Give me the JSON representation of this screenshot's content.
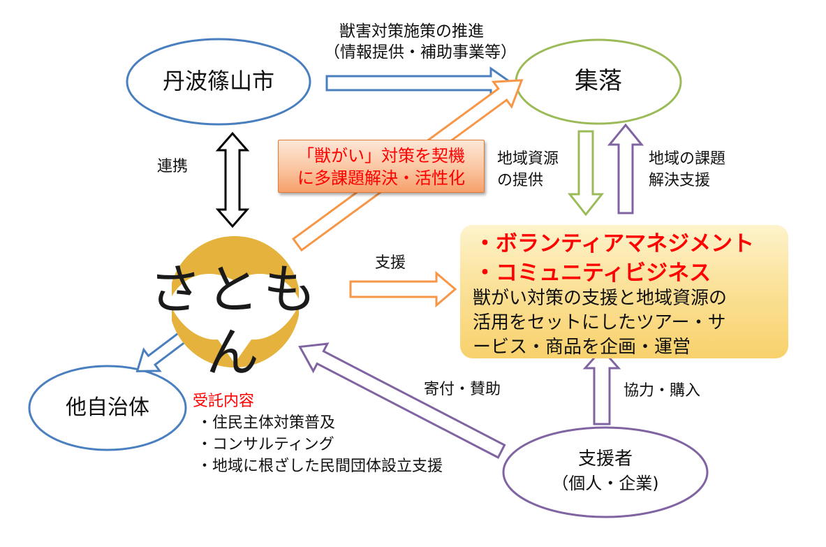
{
  "nodes": {
    "city": "丹波篠山市",
    "village": "集落",
    "other_municipalities": "他自治体",
    "supporters": "支援者",
    "supporters_sub": "（個人・企業)"
  },
  "logo": {
    "text": "さともん",
    "colors": {
      "ring": "#e5b33d",
      "inner": "#ffffff"
    }
  },
  "arrows": {
    "city_to_village": {
      "line1": "獣害対策施策の推進",
      "line2": "（情報提供・補助事業等）"
    },
    "city_logo_link": "連携",
    "village_resources": {
      "line1": "地域資源",
      "line2": "の提供"
    },
    "village_issues": {
      "line1": "地域の課題",
      "line2": "解決支援"
    },
    "logo_support": "支援",
    "donation": "寄付・賛助",
    "cooperation": "協力・購入"
  },
  "callout": {
    "line1": "「獣がい」対策を契機",
    "line2": "に多課題解決・活性化"
  },
  "activities": {
    "headline1": "・ボランティアマネジメント",
    "headline2": "・コミュニティビジネス",
    "body1": "獣がい対策の支援と地域資源の",
    "body2": "活用をセットにしたツアー・サ",
    "body3": "ービス・商品を企画・運営"
  },
  "contract": {
    "heading": "受託内容",
    "items": [
      "・住民主体対策普及",
      "・コンサルティング",
      "・地域に根ざした民間団体設立支援"
    ]
  },
  "colors": {
    "blue": "#4a7fbf",
    "green": "#9bbb59",
    "purple": "#8064a2",
    "orange": "#f79646",
    "red": "#ff0000",
    "black": "#000000"
  }
}
